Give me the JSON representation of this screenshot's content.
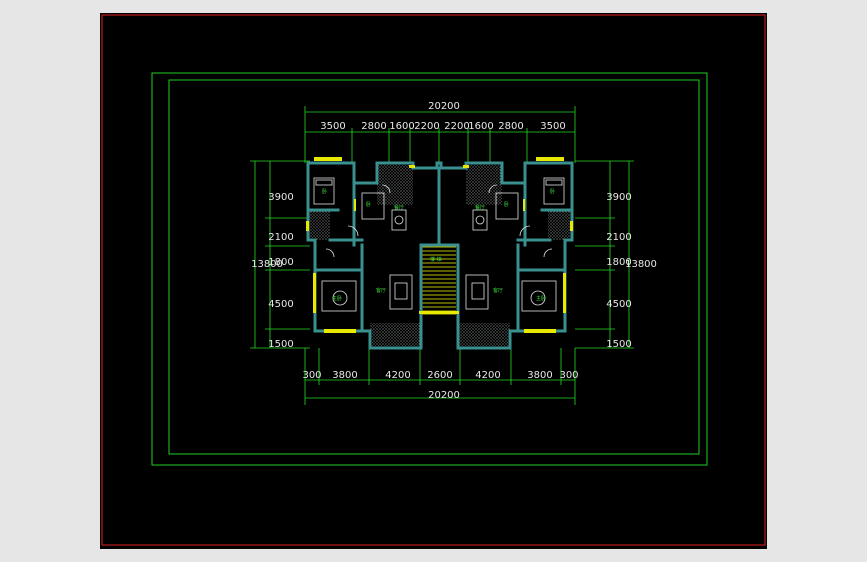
{
  "colors": {
    "background": "#000000",
    "outer_chrome": "#e6e6e6",
    "sheet_border": "#e02020",
    "frame": "#22cc22",
    "dimension_line": "#22dd22",
    "dimension_text": "#e8e8e8",
    "wall": "#3a8f8f",
    "window": "#e8e800",
    "hatch": "#9aa0a0",
    "furniture": "#e0e0e0",
    "room_tag": "#3ddc3d"
  },
  "top_dims": {
    "overall": "20200",
    "segments": [
      "3500",
      "2800",
      "1600",
      "2200",
      "2200",
      "1600",
      "2800",
      "3500"
    ]
  },
  "bottom_dims": {
    "segments": [
      "300",
      "3800",
      "4200",
      "2600",
      "4200",
      "3800",
      "300"
    ],
    "overall": "20200"
  },
  "left_dims": {
    "overall": "13800",
    "segments": [
      "3900",
      "2100",
      "1800",
      "4500",
      "1500"
    ]
  },
  "right_dims": {
    "overall": "13800",
    "segments": [
      "3900",
      "2100",
      "1800",
      "4500",
      "1500"
    ]
  },
  "room_tags": {
    "bed_top_left": "卧",
    "bed_mid_left": "卧",
    "dining_left": "餐厅",
    "dining_right": "餐厅",
    "bed_mid_right": "卧",
    "bed_top_right": "卧",
    "stair": "楼 梯",
    "living_left": "客厅",
    "living_right": "客厅",
    "master_left": "主卧",
    "master_right": "主卧"
  }
}
